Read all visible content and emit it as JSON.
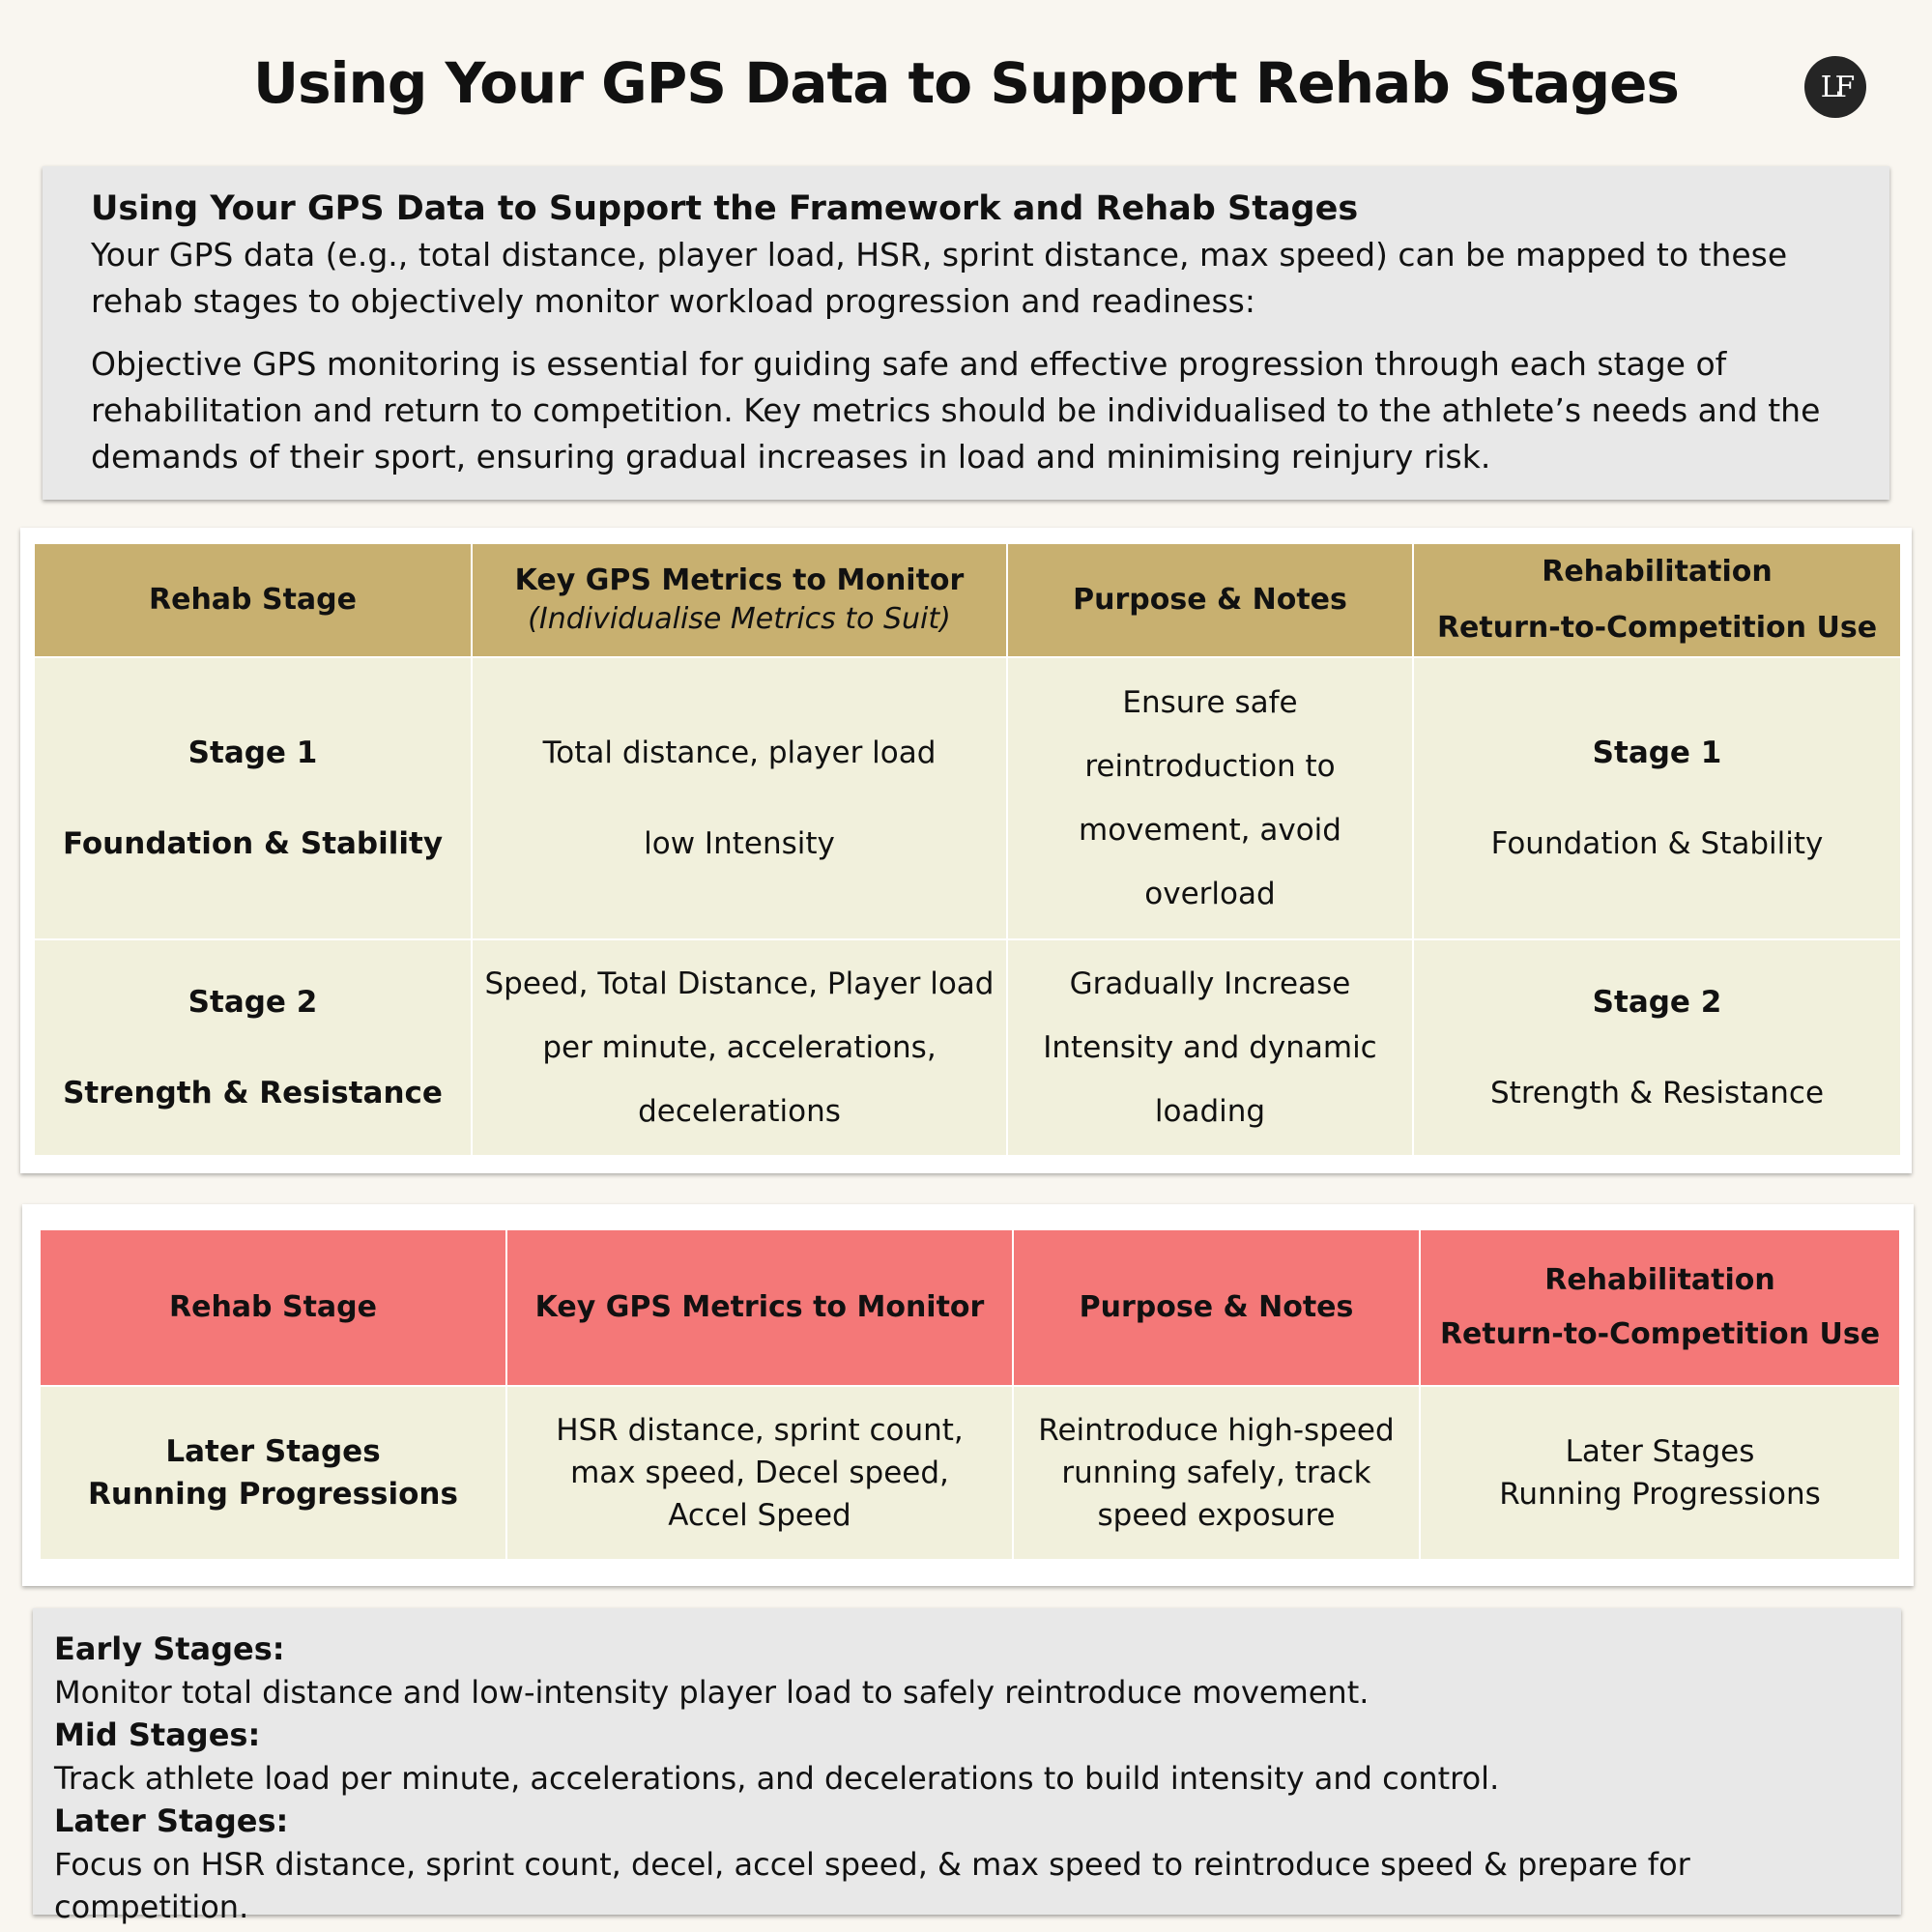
{
  "header": {
    "title": "Using Your GPS Data to Support Rehab Stages",
    "logo_text": "LF"
  },
  "intro": {
    "heading": "Using Your GPS Data to Support the Framework and Rehab Stages",
    "paragraph1": "Your GPS data (e.g., total distance, player load, HSR, sprint distance, max speed) can be mapped to these rehab stages to objectively monitor workload progression and readiness:",
    "paragraph2": "Objective GPS monitoring is essential for guiding safe and effective progression through each stage of rehabilitation and return to competition. Key metrics should be individualised to the athlete’s needs and the demands of their sport, ensuring gradual increases in load and minimising reinjury risk."
  },
  "table1": {
    "headers": {
      "stage": "Rehab Stage",
      "metrics": "Key GPS Metrics to Monitor",
      "metrics_sub": "(Individualise Metrics to Suit)",
      "purpose": "Purpose & Notes",
      "use_line1": "Rehabilitation",
      "use_line2": "Return-to-Competition Use"
    },
    "rows": [
      {
        "stage": "Stage 1",
        "stage_name": "Foundation & Stability",
        "metrics_line1": "Total distance, player load",
        "metrics_line2": "low Intensity",
        "purpose_lines": [
          "Ensure safe",
          "reintroduction to",
          "movement, avoid",
          "overload"
        ],
        "use_stage": "Stage 1",
        "use_name": "Foundation & Stability"
      },
      {
        "stage": "Stage 2",
        "stage_name": "Strength & Resistance",
        "metrics_lines": [
          "Speed, Total Distance, Player load",
          "per minute, accelerations,",
          "decelerations"
        ],
        "purpose_lines": [
          "Gradually Increase",
          "Intensity and dynamic",
          "loading"
        ],
        "use_stage": "Stage 2",
        "use_name": "Strength & Resistance"
      }
    ]
  },
  "table2": {
    "headers": {
      "stage": "Rehab Stage",
      "metrics": "Key GPS Metrics to Monitor",
      "purpose": "Purpose & Notes",
      "use_line1": "Rehabilitation",
      "use_line2": "Return-to-Competition Use"
    },
    "rows": [
      {
        "stage": "Later Stages",
        "stage_name": "Running Progressions",
        "metrics_lines": [
          "HSR distance, sprint count,",
          "max speed, Decel speed,",
          "Accel Speed"
        ],
        "purpose_lines": [
          "Reintroduce high-speed",
          "running safely, track",
          "speed exposure"
        ],
        "use_stage": "Later Stages",
        "use_name": "Running Progressions"
      }
    ]
  },
  "summary": [
    {
      "label": "Early Stages:",
      "text": "Monitor total distance and low-intensity player load to safely reintroduce movement."
    },
    {
      "label": "Mid Stages:",
      "text": "Track athlete  load per minute, accelerations, and decelerations to build intensity and control."
    },
    {
      "label": "Later Stages:",
      "text": "Focus on HSR distance, sprint count,  decel, accel speed, & max speed to reintroduce speed & prepare for competition."
    }
  ],
  "colors": {
    "background": "#f9f6f0",
    "table1_header": "#c8b070",
    "table2_header": "#f47878",
    "table_body": "#f1f0dc",
    "info_box": "#e8e8e8"
  }
}
